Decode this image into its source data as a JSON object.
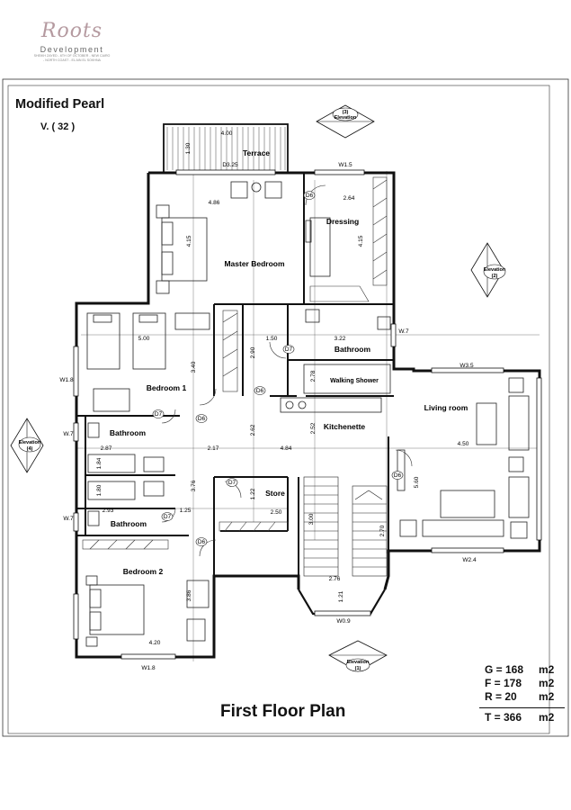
{
  "logo": {
    "brand": "Roots",
    "subtitle": "Development",
    "line1": "SHEIKH ZAYED - 6TH OF OCTOBER - NEW CAIRO",
    "line2": "- NORTH COAST - EL AIN EL SOKHNA"
  },
  "plan_title": "Modified Pearl",
  "villa_code": "V. ( 32 )",
  "floor_title": "First Floor Plan",
  "rooms": {
    "terrace": "Terrace",
    "dressing": "Dressing",
    "master_bedroom": "Master Bedroom",
    "bathroom_master": "Bathroom",
    "walking_shower": "Walking Shower",
    "bedroom1": "Bedroom 1",
    "kitchenette": "Kitchenette",
    "living_room": "Living room",
    "bathroom1": "Bathroom",
    "store": "Store",
    "bathroom2": "Bathroom",
    "bedroom2": "Bedroom 2"
  },
  "elevations": {
    "e1": [
      "Elevation",
      "(1)"
    ],
    "e2": [
      "Elevation",
      "(2)"
    ],
    "e3": [
      "(3)",
      "Elevation"
    ],
    "e4": [
      "Elevation",
      "(4)"
    ]
  },
  "dimensions": {
    "terrace_w": "4.00",
    "terrace_h": "1.30",
    "d325": "D3.25",
    "w15": "W1.5",
    "master_w": "4.86",
    "master_h": "4.15",
    "dress_w": "2.64",
    "dress_h": "4.15",
    "bed1_w": "5.00",
    "d150": "1.50",
    "d322": "3.22",
    "d340": "3.40",
    "d290": "2.90",
    "d278": "2.78",
    "w7a": "W.7",
    "w7b": "W.7",
    "w7c": "W.7",
    "w18a": "W1.8",
    "w35": "W3.5",
    "d287": "2.87",
    "d217": "2.17",
    "d484": "4.84",
    "d450": "4.50",
    "d262": "2.62",
    "d252": "2.52",
    "d184": "1.84",
    "d180": "1.80",
    "d376": "3.76",
    "d122": "1.22",
    "d250": "2.50",
    "d300": "3.00",
    "d270": "2.70",
    "d560": "5.60",
    "d293": "2.93",
    "d125": "1.25",
    "d386": "3.86",
    "d420": "4.20",
    "w18b": "W1.8",
    "d276": "2.76",
    "d121": "1.21",
    "w09": "W0.9",
    "w24": "W2.4"
  },
  "doors": {
    "d6a": "D6",
    "d7a": "D7",
    "d6b": "D6",
    "d6c": "D6",
    "d7b": "D7",
    "d6d": "D6",
    "d7c": "D7",
    "d7d": "D7",
    "d6e": "D6"
  },
  "areas": [
    {
      "key": "G = 168",
      "unit": "m2"
    },
    {
      "key": "F = 178",
      "unit": "m2"
    },
    {
      "key": "R = 20",
      "unit": "m2"
    },
    {
      "key": "T = 366",
      "unit": "m2"
    }
  ]
}
